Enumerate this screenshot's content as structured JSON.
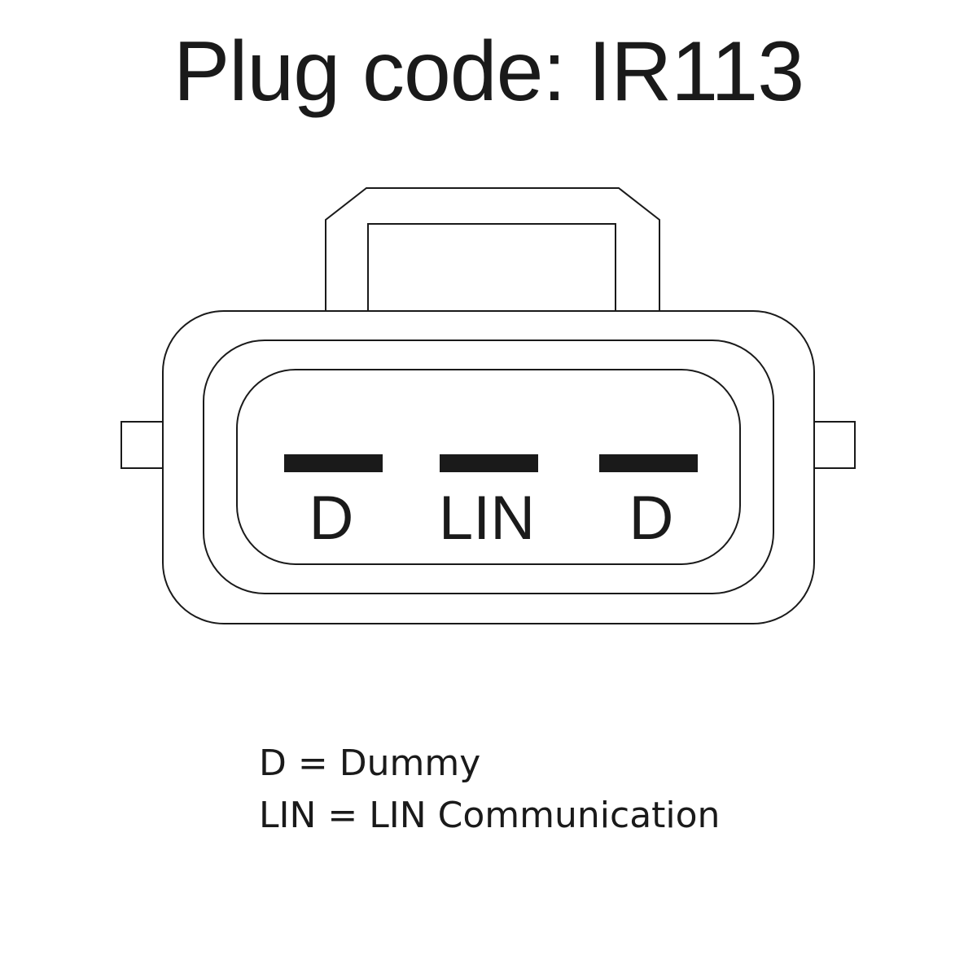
{
  "title": "Plug code: IR113",
  "pins": [
    {
      "label": "D"
    },
    {
      "label": "LIN"
    },
    {
      "label": "D"
    }
  ],
  "legend": [
    "D = Dummy",
    "LIN = LIN Communication"
  ],
  "colors": {
    "stroke": "#1a1a1a",
    "background": "#ffffff"
  }
}
